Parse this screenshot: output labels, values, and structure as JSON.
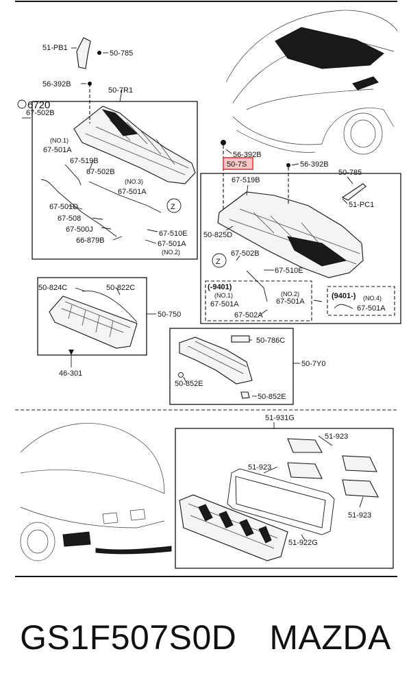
{
  "parts": {
    "p51pb1": "51-PB1",
    "p50785a": "50-785",
    "p56392a": "56-392B",
    "p507r1": "50-7R1",
    "p6720": "6720",
    "p67502b_a": "67-502B",
    "no1_a": "(NO.1)",
    "p67501a_a": "67-501A",
    "p67519b_a": "67-519B",
    "p67502b_b": "67-502B",
    "no3": "(NO.3)",
    "p67501a_b": "67-501A",
    "p67501d": "67-501D",
    "p67508": "67-508",
    "p67500j": "67-500J",
    "p66879b": "66-879B",
    "p67510e_a": "67-510E",
    "p67501a_c": "67-501A",
    "no2_a": "(NO.2)",
    "z1": "Z",
    "p56392b_b": "56-392B",
    "p507s": "50-7S",
    "p56392b_c": "56-392B",
    "p50785b": "50-785",
    "p51pc1": "51-PC1",
    "p67519b_b": "67-519B",
    "p50825d": "50-825D",
    "z2": "Z",
    "p67502b_c": "67-502B",
    "p67510e_b": "67-510E",
    "r9401a": "(-9401)",
    "no1_b": "(NO.1)",
    "no2_b": "(NO.2)",
    "p67501a_d": "67-501A",
    "p67501a_e": "67-501A",
    "p67502a": "67-502A",
    "r9401b": "(9401-)",
    "no4": "(NO.4)",
    "p67501a_f": "67-501A",
    "p50824c": "50-824C",
    "p50822c": "50-822C",
    "p50750": "50-750",
    "p46301": "46-301",
    "p50786c": "50-786C",
    "p507y0": "50-7Y0",
    "p50852e_a": "50-852E",
    "p50852e_b": "50-852E",
    "p51931g": "51-931G",
    "p51923_a": "51-923",
    "p51923_b": "51-923",
    "p51923_c": "51-923",
    "p51922g": "51-922G"
  },
  "highlight_color": "#e03c3c",
  "caption": {
    "part_number": "GS1F507S0D",
    "brand": "MAZDA"
  }
}
